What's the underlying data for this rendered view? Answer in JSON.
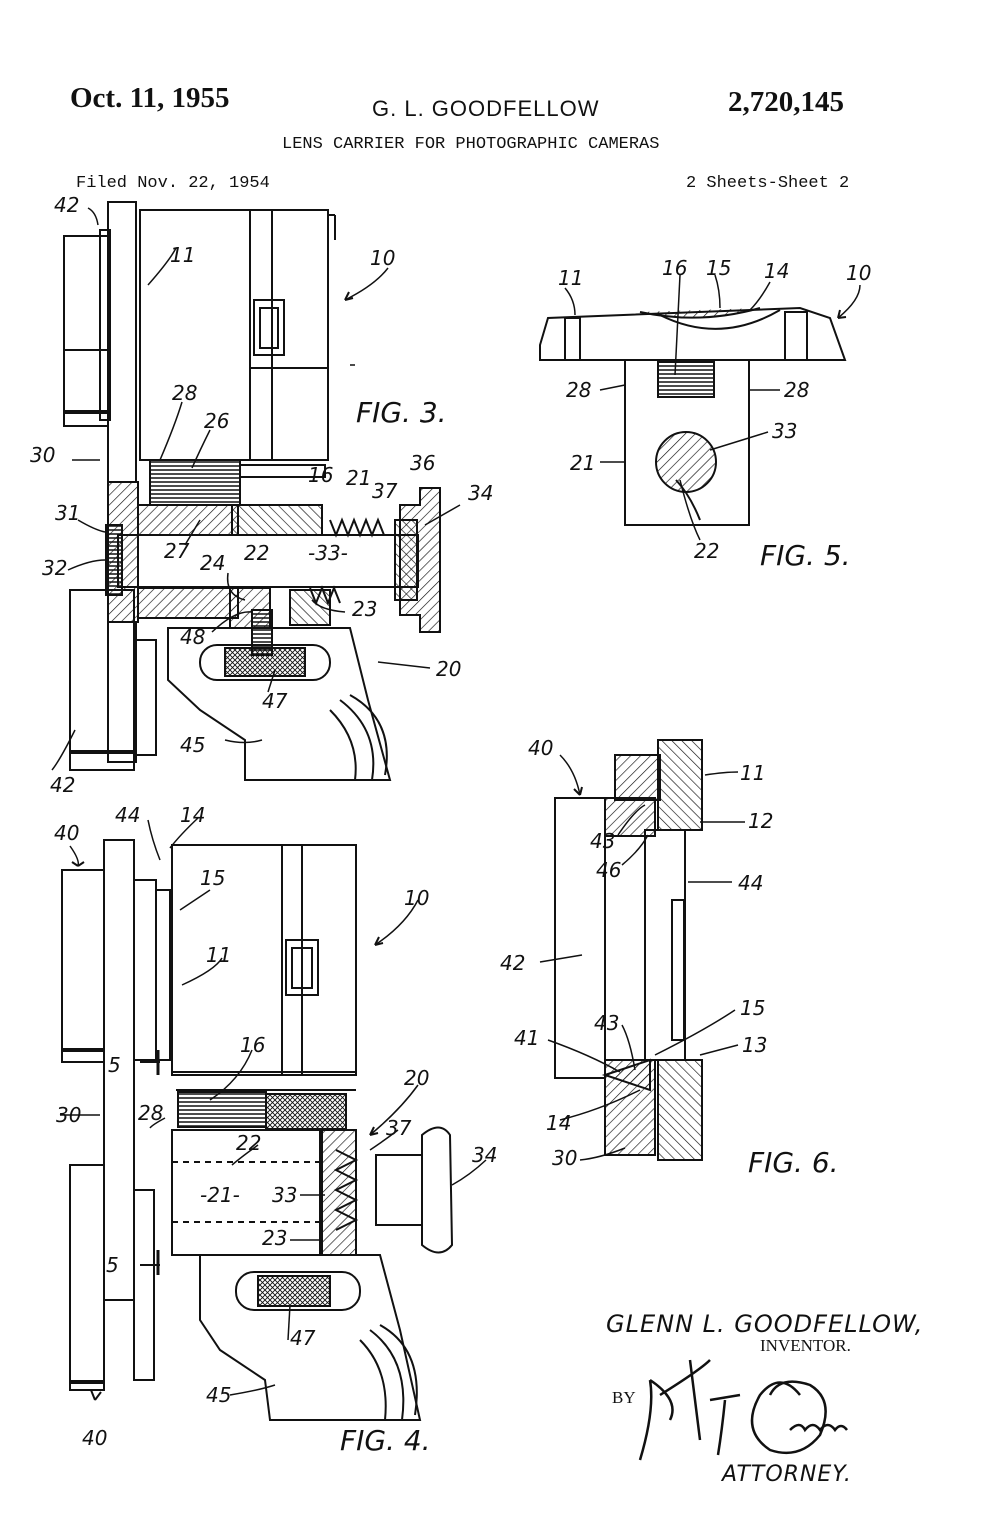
{
  "header": {
    "date": "Oct. 11, 1955",
    "inventor": "G. L. GOODFELLOW",
    "patent_number": "2,720,145",
    "title": "LENS CARRIER FOR PHOTOGRAPHIC CAMERAS",
    "filed": "Filed Nov. 22, 1954",
    "sheets": "2 Sheets-Sheet 2"
  },
  "figures": {
    "fig3": "FIG. 3.",
    "fig4": "FIG. 4.",
    "fig5": "FIG. 5.",
    "fig6": "FIG. 6."
  },
  "labels": {
    "fig3": [
      "42",
      "11",
      "10",
      "28",
      "26",
      "30",
      "16",
      "21",
      "36",
      "37",
      "34",
      "31",
      "27",
      "22",
      "-33-",
      "32",
      "24",
      "23",
      "48",
      "20",
      "47",
      "45",
      "42"
    ],
    "fig4": [
      "40",
      "44",
      "14",
      "15",
      "10",
      "11",
      "16",
      "20",
      "5",
      "28",
      "37",
      "22",
      "30",
      "34",
      "-21-",
      "33",
      "23",
      "5",
      "47",
      "45",
      "40"
    ],
    "fig5": [
      "11",
      "16",
      "15",
      "14",
      "10",
      "28",
      "28",
      "33",
      "21",
      "22"
    ],
    "fig6": [
      "40",
      "11",
      "43",
      "12",
      "46",
      "44",
      "42",
      "15",
      "43",
      "41",
      "13",
      "14",
      "30"
    ]
  },
  "signature": {
    "inventor_name": "GLENN L. GOODFELLOW,",
    "inventor_role": "INVENTOR.",
    "by": "BY",
    "attorney": "ATTORNEY."
  }
}
